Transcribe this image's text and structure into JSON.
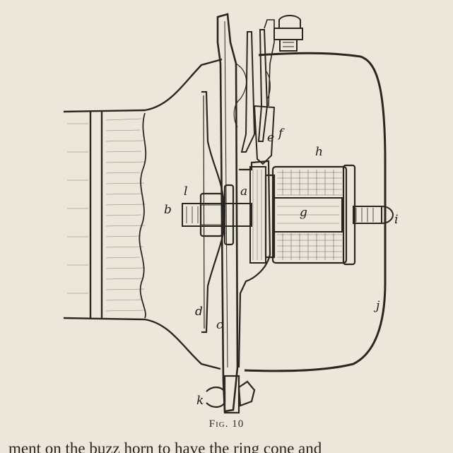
{
  "figure": {
    "caption": "Fig. 10",
    "labels": {
      "a": "a",
      "b": "b",
      "c": "c",
      "d": "d",
      "e": "e",
      "f": "f",
      "g": "g",
      "h": "h",
      "i": "i",
      "j": "j",
      "k": "k",
      "l": "l"
    }
  },
  "body_text": "ment on the buzz horn to have the ring cone and"
}
